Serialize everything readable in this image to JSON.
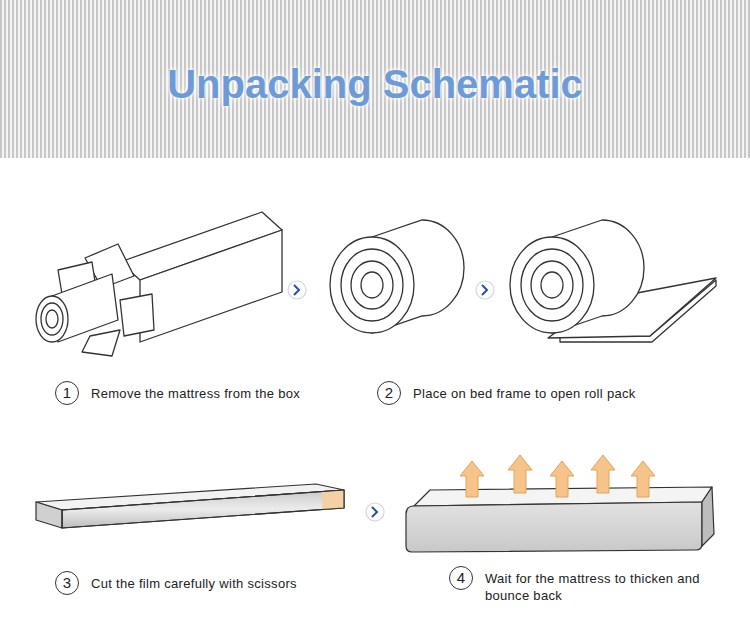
{
  "diagram": {
    "title": "Unpacking Schematic",
    "nodes": [
      {
        "text": [
          "1",
          "Remove the mattress from the box"
        ]
      },
      {
        "text": [
          "2",
          "Place on bed frame to open roll pack"
        ]
      },
      {
        "text": [
          "3",
          "Cut the film carefully with scissors"
        ]
      },
      {
        "text": [
          "4",
          "Wait for the mattress to thicken and bounce back"
        ]
      }
    ]
  }
}
